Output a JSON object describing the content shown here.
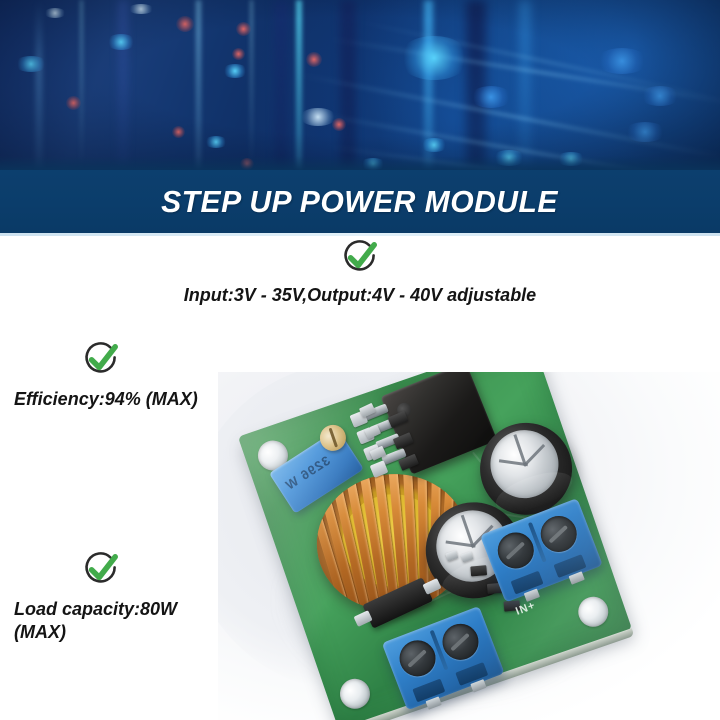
{
  "hero": {
    "alt": "blurred blue technology circuit bokeh background",
    "colors": {
      "deep_navy": "#0a2a52",
      "mid_blue": "#13306a",
      "cyan_glow": "#5ad7ff",
      "red_dot": "#ff6e64"
    }
  },
  "banner": {
    "title": "STEP UP POWER MODULE",
    "bg_color": "#0c3f6e",
    "text_color": "#ffffff"
  },
  "features": [
    {
      "id": "input-output",
      "icon": "green-check-circle-icon",
      "text": "Input:3V - 35V,Output:4V - 40V adjustable"
    },
    {
      "id": "efficiency",
      "icon": "green-check-circle-icon",
      "text": "Efficiency:94% (MAX)"
    },
    {
      "id": "load-capacity",
      "icon": "green-check-circle-icon",
      "text": "Load capacity:80W\n(MAX)"
    }
  ],
  "icon_colors": {
    "check_green": "#42ab4b",
    "circle_dark": "#2b2b2b"
  },
  "product_photo": {
    "alt": "green DC-DC step up boost converter PCB module on white background",
    "board_color": "#3d9150",
    "components": {
      "trimpot_label": "3296 W",
      "terminal_silkscreen": "IN+",
      "terminal_block_color": "#2f7fc8",
      "inductor": "toroidal copper wound inductor",
      "capacitors": "two black electrolytic capacitors",
      "ic": "black power regulator IC"
    }
  }
}
